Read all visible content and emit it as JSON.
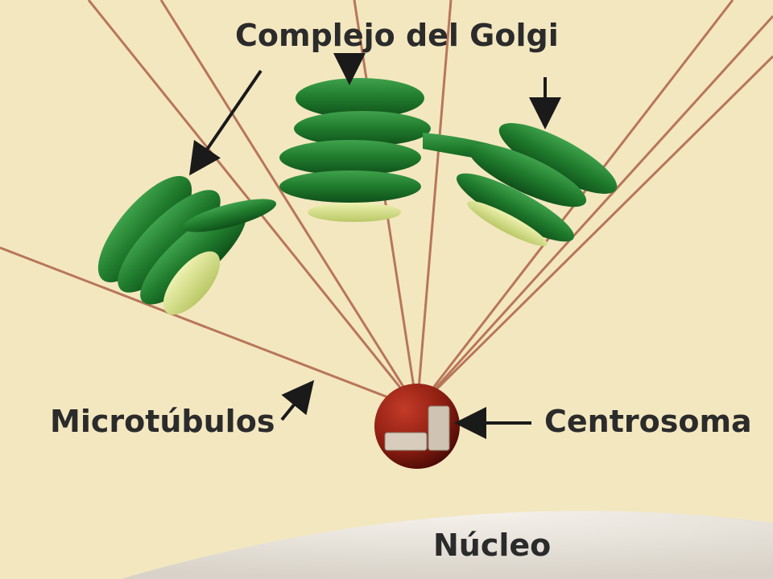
{
  "labels": {
    "golgi": "Complejo del Golgi",
    "microtubules": "Microtúbulos",
    "centrosome": "Centrosoma",
    "nucleus": "Núcleo"
  },
  "colors": {
    "background": "#f3e7c0",
    "microtubule": "#b8765a",
    "golgi_dark": "#1f7a2c",
    "golgi_light": "#d9e38a",
    "centrosome": "#8a1d10",
    "nucleus": "#ece7e0"
  }
}
